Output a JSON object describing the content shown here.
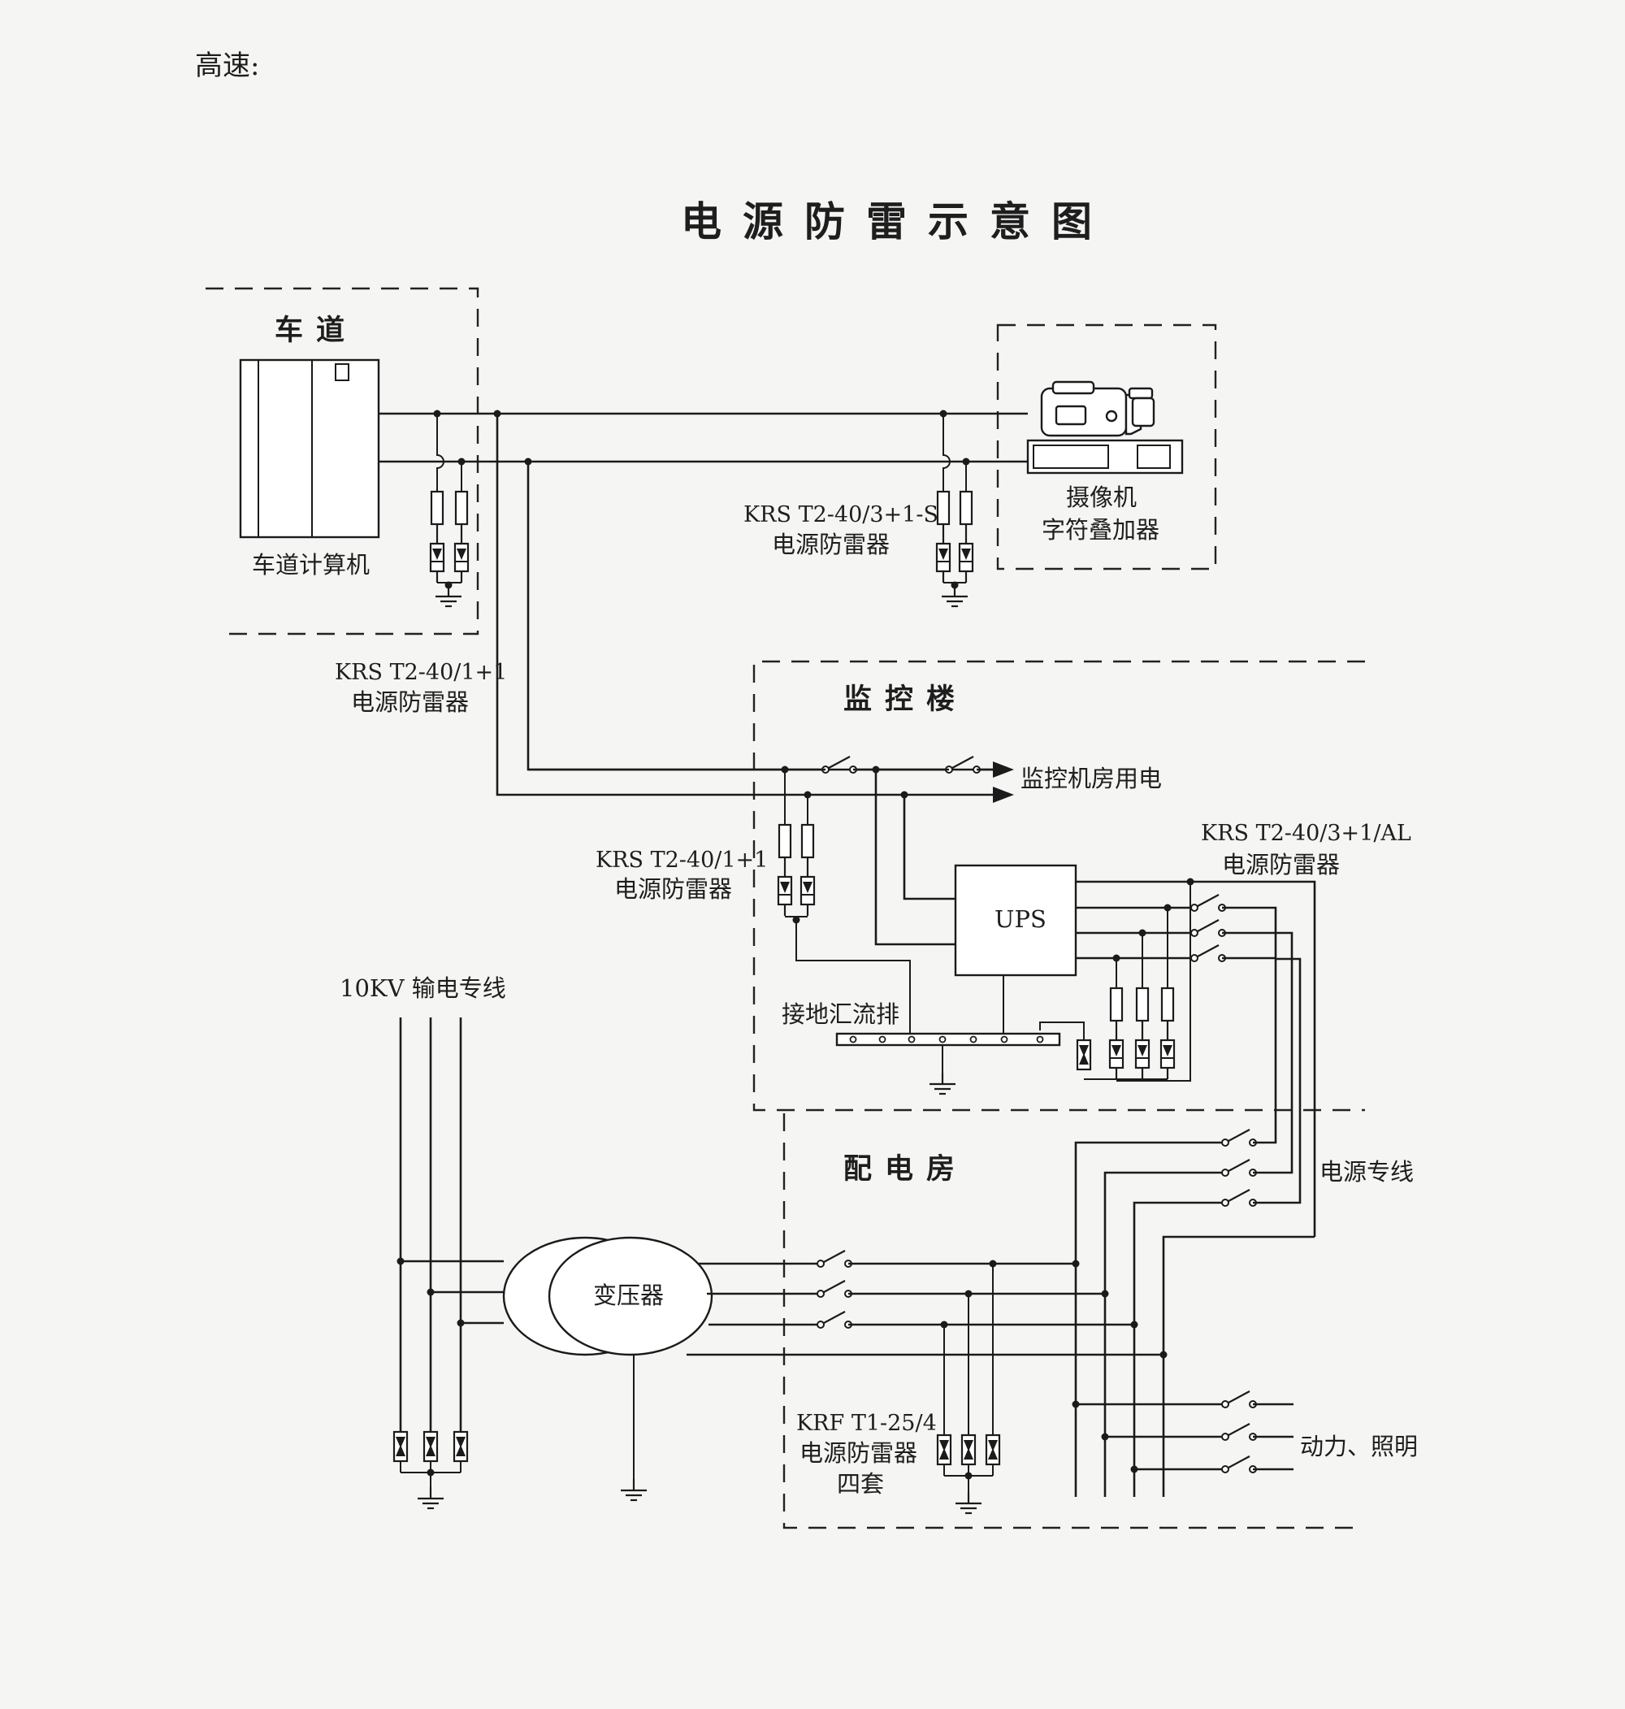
{
  "header": {
    "corner_label": "高速:"
  },
  "title": "电源防雷示意图",
  "zones": {
    "lane": "车道",
    "monitor_building": "监控楼",
    "power_room": "配电房"
  },
  "devices": {
    "lane_computer": "车道计算机",
    "camera": "摄像机",
    "char_overlay": "字符叠加器",
    "ups": "UPS",
    "transformer": "变压器",
    "grounding_bus": "接地汇流排"
  },
  "lines": {
    "hv_feed": "10KV 输电专线",
    "monitor_room_power": "监控机房用电",
    "dedicated_power": "电源专线",
    "power_lighting": "动力、照明"
  },
  "spd_labels": {
    "lane_spd": {
      "model": "KRS T2-40/1+1",
      "name": "电源防雷器"
    },
    "camera_spd": {
      "model": "KRS T2-40/3+1-S",
      "name": "电源防雷器"
    },
    "monitor_spd": {
      "model": "KRS T2-40/1+1",
      "name": "电源防雷器"
    },
    "ups_spd": {
      "model": "KRS T2-40/3+1/AL",
      "name": "电源防雷器"
    },
    "power_room_spd": {
      "model": "KRF T1-25/4",
      "name": "电源防雷器",
      "qty": "四套"
    }
  }
}
